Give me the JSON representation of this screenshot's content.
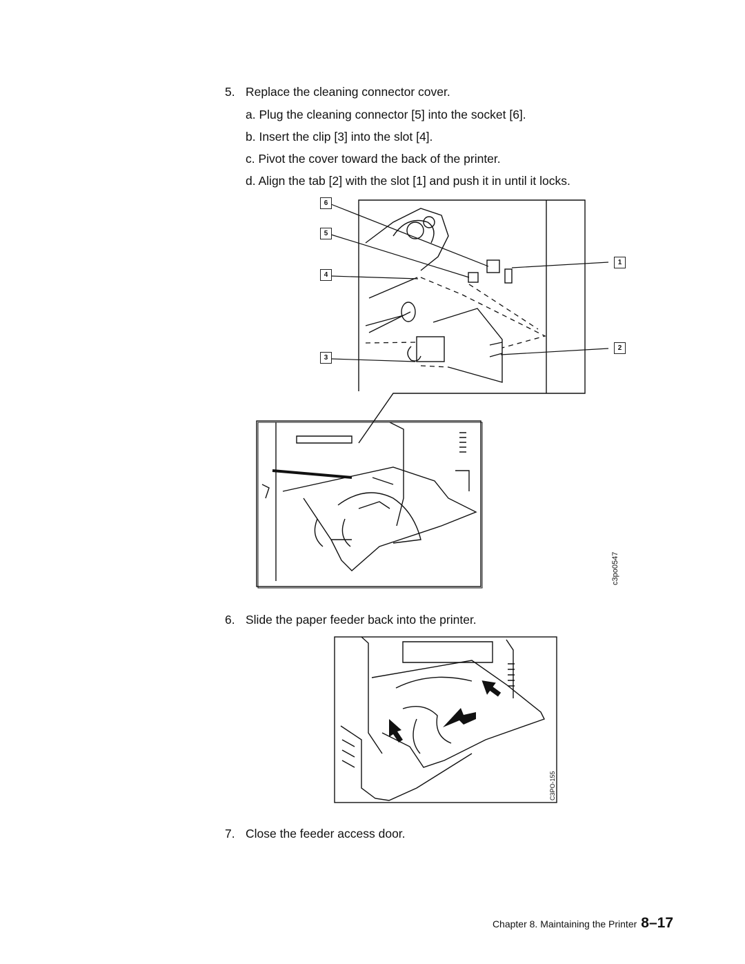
{
  "steps": {
    "step5": {
      "number": "5.",
      "text": "Replace the cleaning connector cover.",
      "substeps": [
        "a. Plug the cleaning connector [5] into the socket [6].",
        "b. Insert the clip [3] into the slot [4].",
        "c. Pivot the cover toward the back of the printer.",
        "d. Align the tab [2] with the slot [1] and push it in until it locks."
      ]
    },
    "step6": {
      "number": "6.",
      "text": "Slide the paper feeder back into the printer."
    },
    "step7": {
      "number": "7.",
      "text": "Close the feeder access door."
    }
  },
  "figure1": {
    "callouts": [
      "6",
      "5",
      "4",
      "3",
      "1",
      "2"
    ],
    "code": "c3po0547"
  },
  "figure2": {
    "code": "C3PO-155"
  },
  "footer": {
    "chapter": "Chapter 8. Maintaining the Printer",
    "page": "8–17"
  }
}
